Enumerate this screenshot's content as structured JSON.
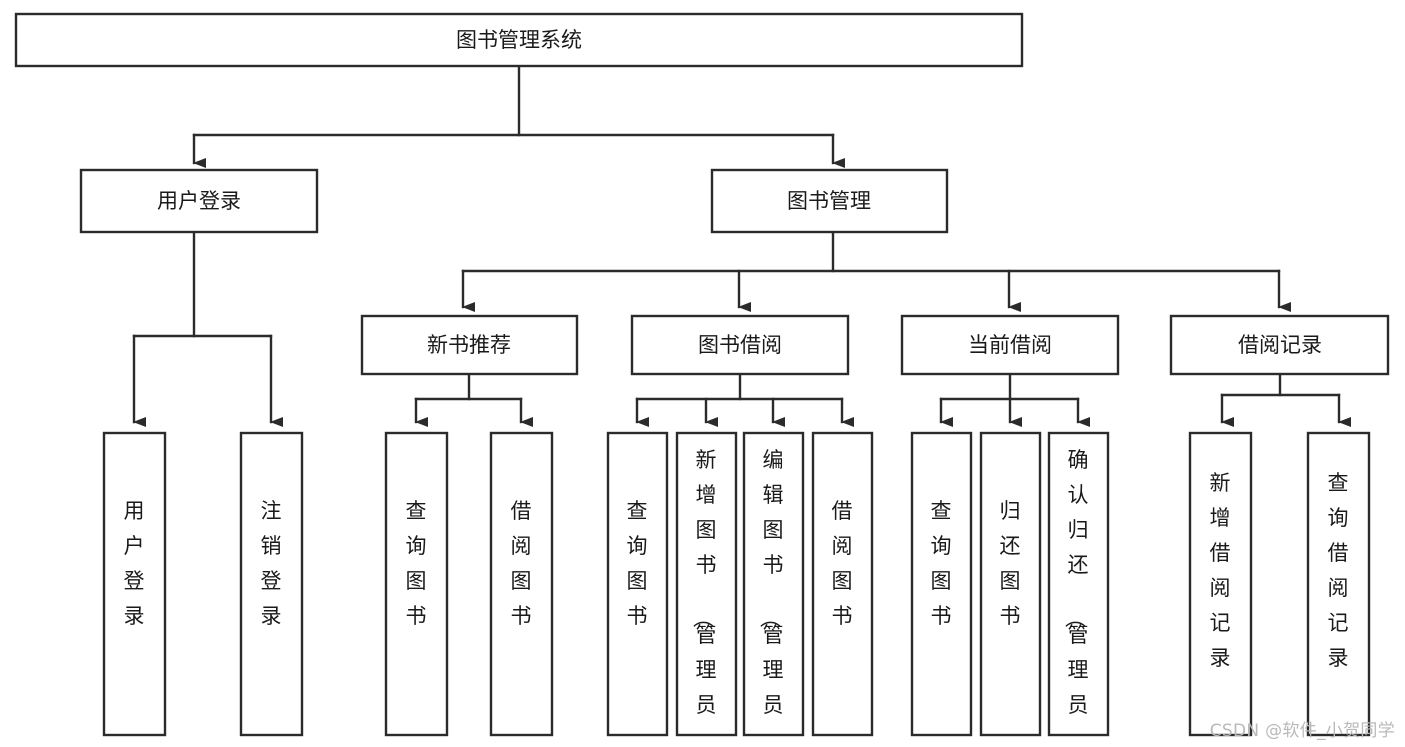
{
  "diagram": {
    "type": "tree-hierarchy",
    "title": "图书管理系统",
    "watermark": "CSDN @软件_小贺同学",
    "colors": {
      "stroke": "#2b2b2b",
      "fill": "#ffffff",
      "text": "#1a1a1a",
      "watermark": "#b9b9b9",
      "background": "#ffffff"
    },
    "levels": [
      {
        "level": 1,
        "nodes": [
          {
            "id": "root",
            "label": "图书管理系统",
            "orientation": "horizontal"
          }
        ]
      },
      {
        "level": 2,
        "nodes": [
          {
            "id": "login",
            "label": "用户登录",
            "orientation": "horizontal",
            "parent": "root"
          },
          {
            "id": "bookmgmt",
            "label": "图书管理",
            "orientation": "horizontal",
            "parent": "root"
          }
        ]
      },
      {
        "level": 3,
        "nodes": [
          {
            "id": "newbook",
            "label": "新书推荐",
            "orientation": "horizontal",
            "parent": "bookmgmt"
          },
          {
            "id": "borrow",
            "label": "图书借阅",
            "orientation": "horizontal",
            "parent": "bookmgmt"
          },
          {
            "id": "current",
            "label": "当前借阅",
            "orientation": "horizontal",
            "parent": "bookmgmt"
          },
          {
            "id": "record",
            "label": "借阅记录",
            "orientation": "horizontal",
            "parent": "bookmgmt"
          }
        ]
      },
      {
        "level": 4,
        "nodes": [
          {
            "id": "leaf-user-login",
            "label": "用户登录",
            "orientation": "vertical",
            "parent": "login"
          },
          {
            "id": "leaf-logout-login",
            "label": "注销登录",
            "orientation": "vertical",
            "parent": "login"
          },
          {
            "id": "leaf-query-book-1",
            "label": "查询图书",
            "orientation": "vertical",
            "parent": "newbook"
          },
          {
            "id": "leaf-borrow-book-1",
            "label": "借阅图书",
            "orientation": "vertical",
            "parent": "newbook"
          },
          {
            "id": "leaf-query-book-2",
            "label": "查询图书",
            "orientation": "vertical",
            "parent": "borrow"
          },
          {
            "id": "leaf-add-book",
            "label": "新增图书（管理员）",
            "orientation": "vertical",
            "parent": "borrow"
          },
          {
            "id": "leaf-edit-book",
            "label": "编辑图书（管理员）",
            "orientation": "vertical",
            "parent": "borrow"
          },
          {
            "id": "leaf-borrow-book-2",
            "label": "借阅图书",
            "orientation": "vertical",
            "parent": "borrow"
          },
          {
            "id": "leaf-query-book-3",
            "label": "查询图书",
            "orientation": "vertical",
            "parent": "current"
          },
          {
            "id": "leaf-return-book",
            "label": "归还图书",
            "orientation": "vertical",
            "parent": "current"
          },
          {
            "id": "leaf-confirm-return",
            "label": "确认归还（管理员）",
            "orientation": "vertical",
            "parent": "current"
          },
          {
            "id": "leaf-add-record",
            "label": "新增借阅记录",
            "orientation": "vertical",
            "parent": "record"
          },
          {
            "id": "leaf-query-record",
            "label": "查询借阅记录",
            "orientation": "vertical",
            "parent": "record"
          }
        ]
      }
    ]
  }
}
